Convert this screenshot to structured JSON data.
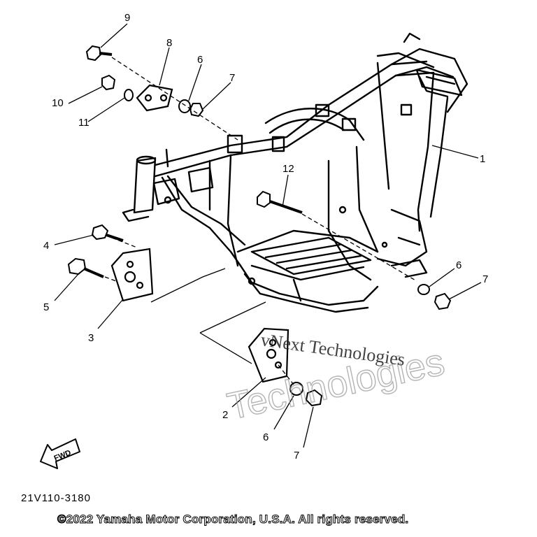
{
  "diagram": {
    "callouts": [
      "1",
      "2",
      "3",
      "4",
      "5",
      "6",
      "7",
      "8",
      "9",
      "10",
      "11",
      "12"
    ],
    "fwd_label": "FWD",
    "part_code": "21V110-3180",
    "watermark_primary": "vNext Technologies",
    "watermark_secondary": "Technologies",
    "copyright": "©2022 Yamaha Motor Corporation, U.S.A. All rights reserved."
  }
}
